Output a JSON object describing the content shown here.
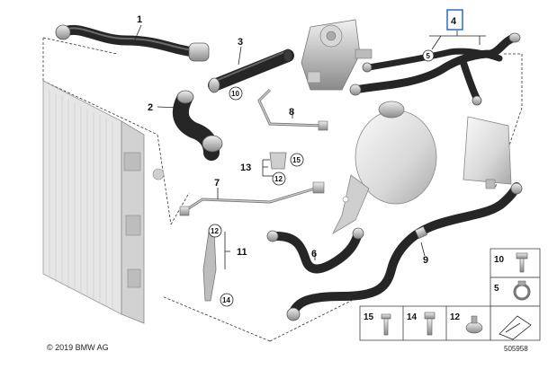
{
  "labels": {
    "l1": "1",
    "l2": "2",
    "l3": "3",
    "l4": "4",
    "l5": "5",
    "l6": "6",
    "l7": "7",
    "l8": "8",
    "l9": "9",
    "l10": "10",
    "l11": "11",
    "l12": "12",
    "l13": "13",
    "l14": "14",
    "l15": "15"
  },
  "legend": {
    "top_row": [
      {
        "label": "10"
      },
      {
        "label": "5"
      }
    ],
    "bottom_row": [
      {
        "label": "15"
      },
      {
        "label": "14"
      },
      {
        "label": "12"
      }
    ]
  },
  "footer": {
    "copyright": "© 2019 BMW AG",
    "reference": "505958"
  },
  "colors": {
    "highlight": "#1f5fbf",
    "hose_dark": "#262626",
    "part_light": "#cfcfcf"
  }
}
